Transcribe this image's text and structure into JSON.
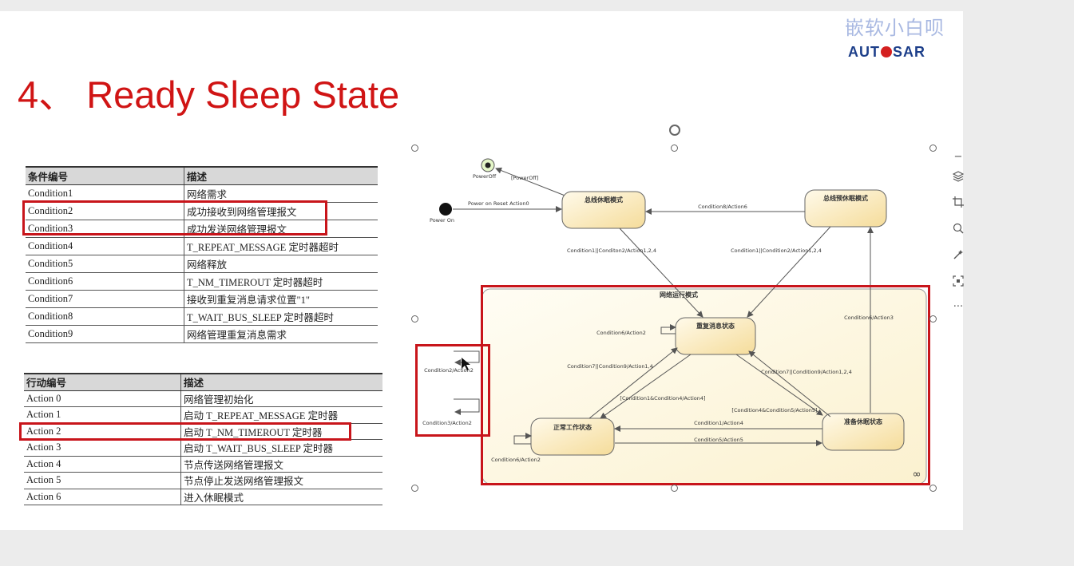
{
  "brand": {
    "cn_name": "嵌软小白呗",
    "logo_left": "AUT",
    "logo_right": "SAR"
  },
  "title": "4、 Ready Sleep State",
  "conditions": {
    "header": [
      "条件编号",
      "描述"
    ],
    "rows": [
      [
        "Condition1",
        "网络需求"
      ],
      [
        "Condition2",
        "成功接收到网络管理报文"
      ],
      [
        "Condition3",
        "成功发送网络管理报文"
      ],
      [
        "Condition4",
        "T_REPEAT_MESSAGE 定时器超时"
      ],
      [
        "Condition5",
        "网络释放"
      ],
      [
        "Condition6",
        "T_NM_TIMEROUT 定时器超时"
      ],
      [
        "Condition7",
        "接收到重复消息请求位置\"1\""
      ],
      [
        "Condition8",
        "T_WAIT_BUS_SLEEP 定时器超时"
      ],
      [
        "Condition9",
        "网络管理重复消息需求"
      ]
    ]
  },
  "actions": {
    "header": [
      "行动编号",
      "描述"
    ],
    "rows": [
      [
        "Action 0",
        "网络管理初始化"
      ],
      [
        "Action 1",
        "启动 T_REPEAT_MESSAGE 定时器"
      ],
      [
        "Action 2",
        "启动 T_NM_TIMEROUT 定时器"
      ],
      [
        "Action 3",
        "启动 T_WAIT_BUS_SLEEP 定时器"
      ],
      [
        "Action 4",
        "节点传送网络管理报文"
      ],
      [
        "Action 5",
        "节点停止发送网络管理报文"
      ],
      [
        "Action 6",
        "进入休眠模式"
      ]
    ]
  },
  "diagram": {
    "power_off": "PowerOff",
    "power_off_guard": "[PowerOff]",
    "power_on": "Power On",
    "power_on_trans": "Power on Reset  Action0",
    "states": {
      "bus_sleep": "总线休眠模式",
      "prepare_bus_sleep": "总线预休眠模式",
      "network_mode": "网络运行模式",
      "repeat_message": "重复消息状态",
      "normal_operation": "正常工作状态",
      "ready_sleep": "准备休眠状态"
    },
    "labels": {
      "cond8_action6": "Condition8/Action6",
      "bs_to_rm": "Condition1||Conditon2/Action1,2,4",
      "pbs_to_rm": "Condition1||Condition2/Action1,2,4",
      "rs_to_pbs": "Condition6/Action3",
      "rm_self": "Condition6/Action2",
      "no_to_rm": "Condition7||Condition9/Action1,4",
      "rs_to_rm": "Condition7||Condition9/Action1,2,4",
      "rm_to_no": "[Condition1&Condition4/Action4]",
      "rm_to_rs": "[Condition4&Condition5/Action5]",
      "rs_to_no": "Condition1/Action4",
      "no_to_rs": "Condition5/Action5",
      "no_self": "Condition6/Action2",
      "side_c2": "Condition2/Action2",
      "side_c3": "Condition3/Action2"
    }
  },
  "toolbar": {
    "items": [
      "minus-icon",
      "layers-icon",
      "crop-icon",
      "zoom-icon",
      "magic-icon",
      "scan-icon",
      "more-icon"
    ],
    "minus": "−",
    "more": "···"
  },
  "colors": {
    "title": "#d01414",
    "highlight": "#c8151b",
    "state_fill": "#fbe9b8"
  }
}
